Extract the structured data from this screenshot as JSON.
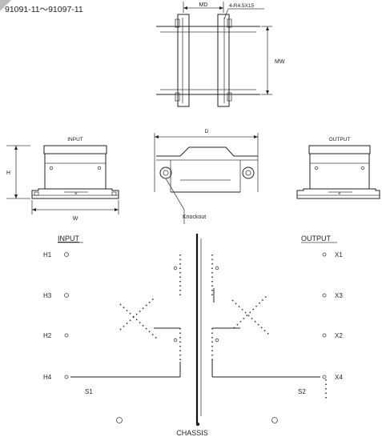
{
  "header": {
    "model_range": "91091-11～91097-11"
  },
  "top_view": {
    "md_label": "MD",
    "mw_label": "MW",
    "hole_spec": "4-R4.5X15"
  },
  "side_views": {
    "input_label": "INPUT",
    "output_label": "OUTPUT",
    "h_label": "H",
    "w_label": "W",
    "d_label": "D",
    "e_label": "e",
    "knockout_label": "Knockout"
  },
  "schematic": {
    "input_title": "INPUT",
    "output_title": "OUTPUT",
    "h_terminals": [
      "H1",
      "H3",
      "H2",
      "H4"
    ],
    "x_terminals": [
      "X1",
      "X3",
      "X2",
      "X4"
    ],
    "s1_label": "S1",
    "s2_label": "S2",
    "chassis_label": "CHASSIS"
  },
  "colors": {
    "ink": "#222222",
    "background": "#ffffff"
  }
}
